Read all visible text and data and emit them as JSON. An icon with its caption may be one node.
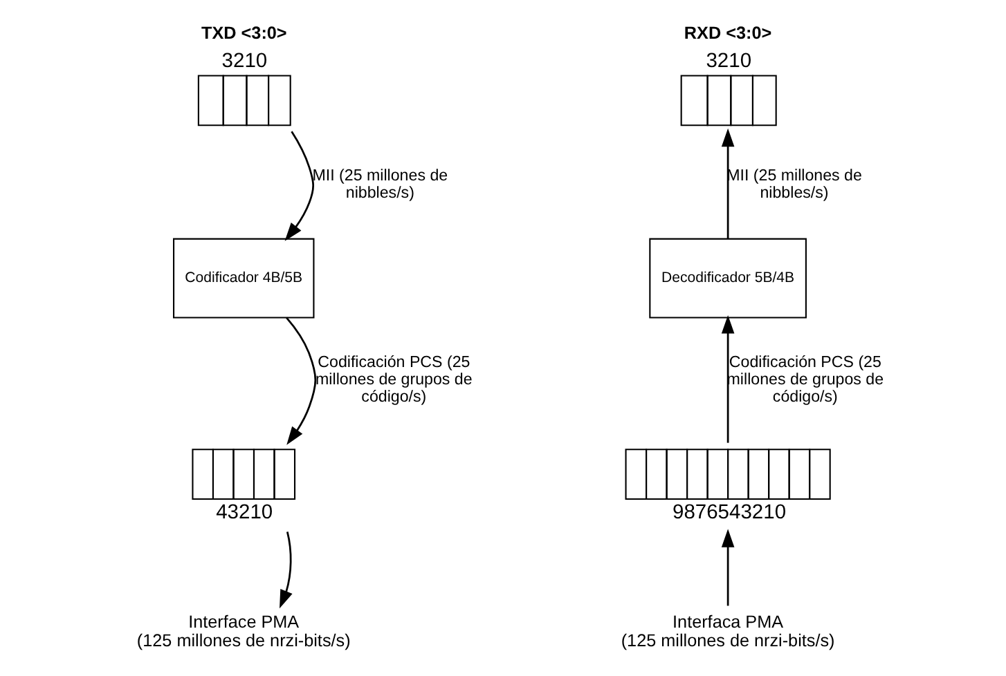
{
  "diagram": {
    "nodes": [
      {
        "text": [
          "TXD <3:0>",
          "3210"
        ]
      },
      {
        "text": [
          "RXD <3:0>",
          "3210"
        ]
      },
      {
        "text": [
          "Codificador 4B/5B"
        ]
      },
      {
        "text": [
          "Decodificador 5B/4B"
        ]
      },
      {
        "text": [
          "43210"
        ]
      },
      {
        "text": [
          "9876543210"
        ]
      },
      {
        "text": [
          "Interface PMA",
          "(125 millones de nrzi-bits/s)"
        ]
      },
      {
        "text": [
          "Interfaca PMA",
          "(125 millones de nrzi-bits/s)"
        ]
      }
    ],
    "edges": [
      {
        "from": 0,
        "to": 2,
        "arrow": "to",
        "label": "MII (25 millones de nibbles/s)"
      },
      {
        "from": 2,
        "to": 4,
        "arrow": "to",
        "label": "Codificación PCS (25 millones de grupos de código/s)"
      },
      {
        "from": 4,
        "to": 6,
        "arrow": "to"
      },
      {
        "from": 3,
        "to": 1,
        "arrow": "to",
        "label": "MII (25 millones de nibbles/s)"
      },
      {
        "from": 5,
        "to": 3,
        "arrow": "to",
        "label": "Codificación PCS (25 millones de grupos de código/s)"
      },
      {
        "from": 7,
        "to": 5,
        "arrow": "to"
      }
    ]
  }
}
